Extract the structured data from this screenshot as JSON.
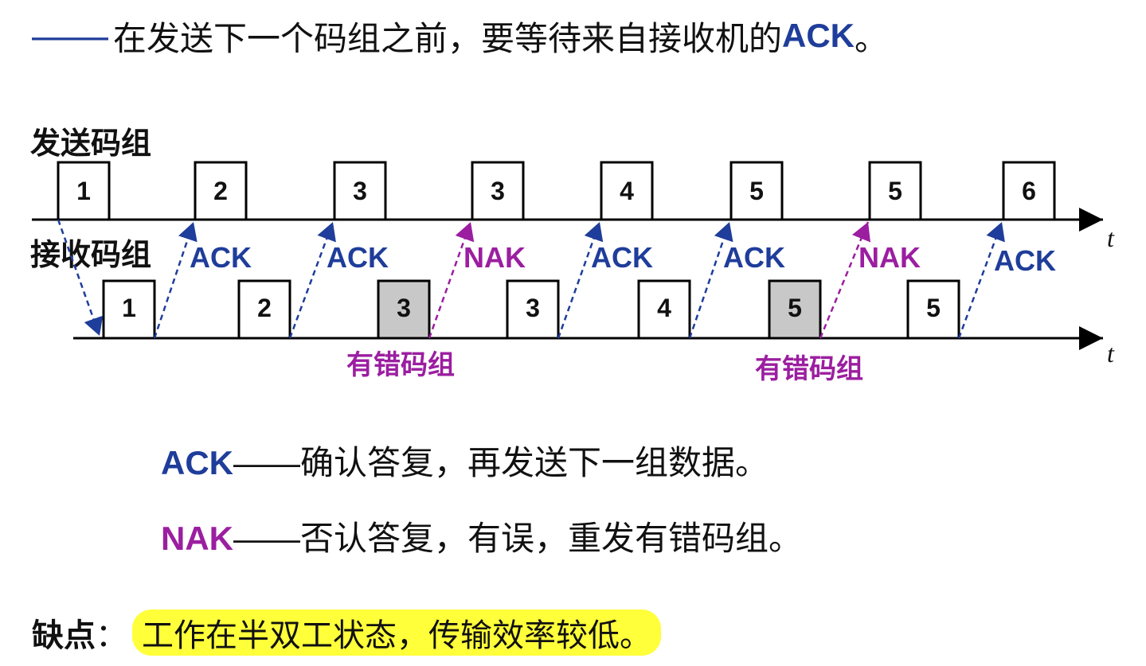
{
  "header": {
    "dash": "——",
    "text": "在发送下一个码组之前，要等待来自接收机的",
    "ack": "ACK",
    "end": "。"
  },
  "diagram": {
    "send_label": "发送码组",
    "recv_label": "接收码组",
    "time_label": "t",
    "send_blocks": [
      "1",
      "2",
      "3",
      "3",
      "4",
      "5",
      "5",
      "6"
    ],
    "recv_blocks": [
      {
        "label": "1",
        "error": false
      },
      {
        "label": "2",
        "error": false
      },
      {
        "label": "3",
        "error": true
      },
      {
        "label": "3",
        "error": false
      },
      {
        "label": "4",
        "error": false
      },
      {
        "label": "5",
        "error": true
      },
      {
        "label": "5",
        "error": false
      }
    ],
    "replies": [
      "ACK",
      "ACK",
      "NAK",
      "ACK",
      "ACK",
      "NAK",
      "ACK"
    ],
    "error_label": "有错码组",
    "colors": {
      "ack": "#1f3d9a",
      "nak": "#9b1ea0",
      "error_fill": "#c8c8c8"
    }
  },
  "legend": [
    {
      "term": "ACK",
      "text": "——确认答复，再发送下一组数据。"
    },
    {
      "term": "NAK",
      "text": "——否认答复，有误，重发有错码组。"
    }
  ],
  "footer": {
    "label": "缺点",
    "colon": "：",
    "text": "工作在半双工状态，传输效率较低。"
  }
}
